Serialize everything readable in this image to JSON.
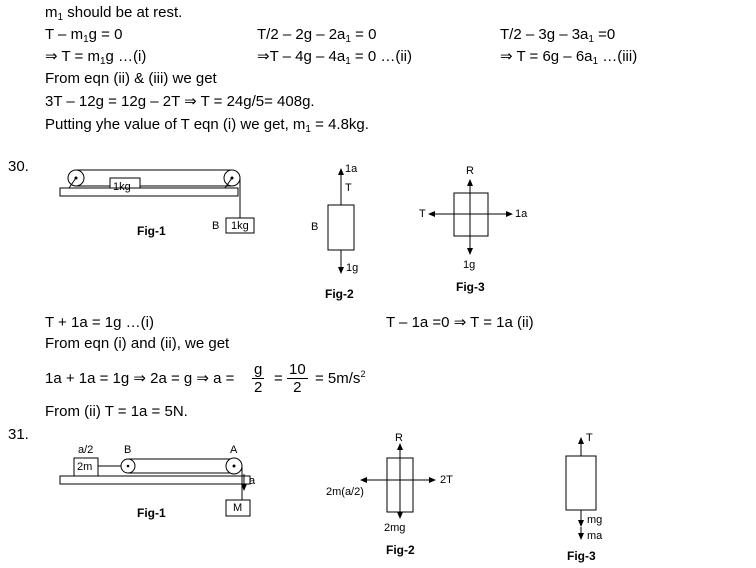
{
  "section_top": {
    "line1": {
      "a": "m",
      "sub": "1",
      "b": " should be at rest."
    },
    "c1r1": {
      "a": "T – m",
      "sub": "1",
      "b": "g = 0"
    },
    "c2r1": "T/2 – 2g – 2a",
    "c2r1_sub": "1",
    "c2r1_tail": " = 0",
    "c3r1": "T/2 – 3g – 3a",
    "c3r1_sub": "1",
    "c3r1_tail": " =0",
    "c1r2": {
      "a": "⇒ T = m",
      "sub": "1",
      "b": "g …(i)"
    },
    "c2r2": "⇒T – 4g – 4a",
    "c2r2_sub": "1",
    "c2r2_tail": " = 0 …(ii)",
    "c3r2": "⇒ T = 6g – 6a",
    "c3r2_sub": "1",
    "c3r2_tail": " …(iii)",
    "line4": "From eqn (ii) & (iii) we get",
    "line5": "3T – 12g = 12g – 2T ⇒ T = 24g/5= 408g.",
    "line6a": "Putting yhe value of T eqn (i) we get, m",
    "line6_sub": "1",
    "line6b": " = 4.8kg."
  },
  "q30": {
    "number": "30.",
    "fig1": {
      "block_top": "1kg",
      "block_b_letter": "B",
      "block_b": "1kg",
      "caption": "Fig-1"
    },
    "fig2": {
      "top1": "1a",
      "top2": "T",
      "side": "B",
      "bottom": "1g",
      "caption": "Fig-2"
    },
    "fig3": {
      "top": "R",
      "left": "T",
      "right": "1a",
      "bottom": "1g",
      "caption": "Fig-3"
    },
    "eq1": "T + 1a = 1g …(i)",
    "eq2": "T – 1a =0 ⇒ T = 1a (ii)",
    "eq3": "From eqn (i) and (ii), we get",
    "eq4_a": "1a + 1a = 1g ⇒ 2a = g ⇒ a =",
    "frac1_num": "g",
    "frac1_den": "2",
    "eq_sign": "=",
    "frac2_num": "10",
    "frac2_den": "2",
    "eq4_b": "= 5m/s",
    "eq4_sup": "2",
    "eq5": "From (ii) T = 1a = 5N."
  },
  "q31": {
    "number": "31.",
    "fig1": {
      "a_half": "a/2",
      "b": "B",
      "a": "A",
      "block": "2m",
      "accel": "a",
      "mass": "M",
      "caption": "Fig-1"
    },
    "fig2": {
      "top": "R",
      "left": "2m(a/2)",
      "right": "2T",
      "bottom": "2mg",
      "caption": "Fig-2"
    },
    "fig3": {
      "top": "T",
      "b1": "mg",
      "b2": "ma",
      "caption": "Fig-3"
    }
  }
}
